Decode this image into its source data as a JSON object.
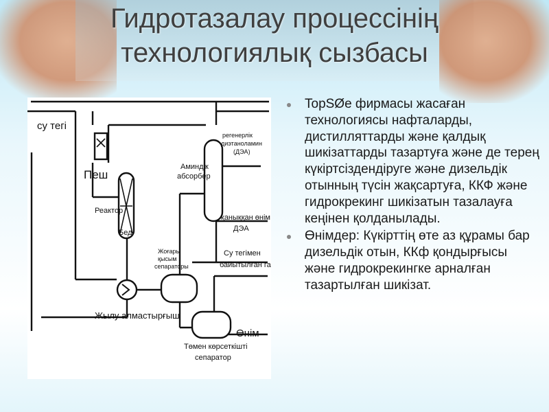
{
  "slide": {
    "title_line1": "Гидротазалау процессінің",
    "title_line2": "технологиялық сызбасы"
  },
  "diagram": {
    "labels": {
      "water_line": "су тегі",
      "furnace": "Пеш",
      "reactor": "Реактор",
      "bed": "Бед",
      "amine_absorber_1": "Аминдік",
      "amine_absorber_2": "абсорбер",
      "regen_1": "регенерлік",
      "regen_2": "диэтаноламин",
      "regen_3": "(ДЭА)",
      "rich_1": "қаныққан өнім",
      "rich_2": "ДЭА",
      "hp_sep_1": "Жоғары",
      "hp_sep_2": "қысым",
      "hp_sep_3": "сепараторы",
      "h2_gas_1": "Су тегімен",
      "h2_gas_2": "байытылған газ",
      "heat_exchanger": "Жылу алмастырғыш",
      "product": "Өнім",
      "lp_sep_1": "Төмен көрсеткішті",
      "lp_sep_2": "сепаратор"
    }
  },
  "content": {
    "bullets": [
      "TopSØe фирмасы жасаған технологиясы нафталарды, дистилляттарды және қалдық шикізаттарды тазартуға және де терең күкіртсіздендіруге және дизельдік отынның түсін жақсартуға, ККФ және гидрокрекинг шикізатын тазалауға кеңінен қолданылады.",
      "Өнімдер: Күкірттің өте аз құрамы бар дизельдік отын, ККф қондырғысы және гидрокрекингке арналған тазартылған шикізат."
    ]
  }
}
